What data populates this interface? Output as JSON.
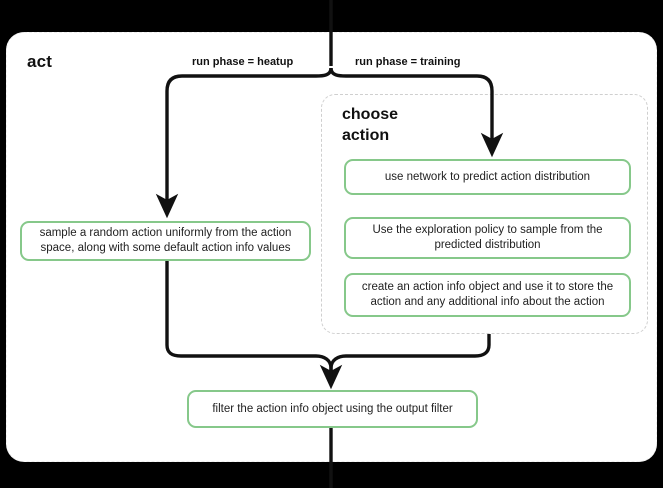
{
  "diagram": {
    "type": "flowchart",
    "title": "act",
    "background_color": "#000000",
    "panel_color": "#ffffff",
    "node_border_color": "#86c88a",
    "subgraph_border_color": "#cfcfcf",
    "edge_color": "#111111",
    "subgraph": {
      "title": "choose action",
      "title_line1": "choose",
      "title_line2": "action"
    },
    "nodes": [
      {
        "id": "sample",
        "label": "sample a random action uniformly from the action space, along with some default action info values"
      },
      {
        "id": "use_network",
        "label": "use network to predict action distribution"
      },
      {
        "id": "exploration",
        "label": "Use the exploration policy to sample from the predicted distribution"
      },
      {
        "id": "create_info",
        "label": "create an action info object and use it to store the action and any additional info about the action"
      },
      {
        "id": "filter",
        "label": "filter the action info object using the output filter"
      }
    ],
    "edge_labels": [
      {
        "id": "heatup",
        "label": "run phase = heatup"
      },
      {
        "id": "training",
        "label": "run phase = training"
      }
    ]
  }
}
